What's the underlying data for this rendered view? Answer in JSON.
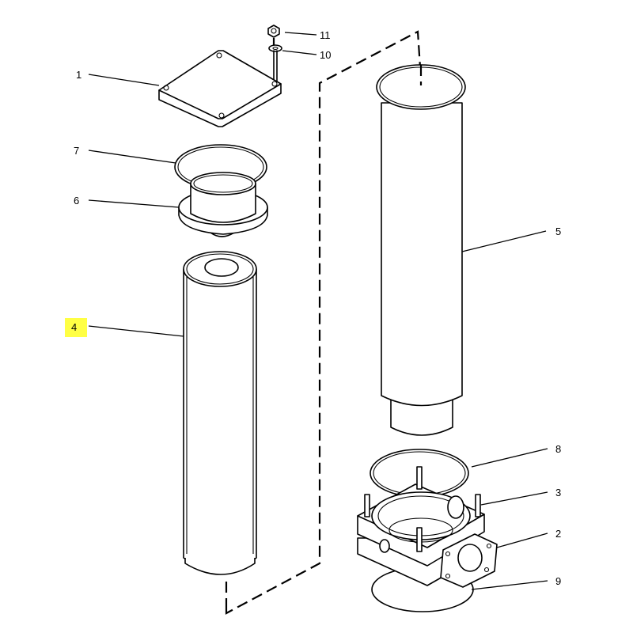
{
  "highlight_color": "#ffff44",
  "callouts": [
    {
      "num": "1",
      "part": "cover-plate"
    },
    {
      "num": "2",
      "part": "filter-head"
    },
    {
      "num": "3",
      "part": "stud"
    },
    {
      "num": "4",
      "part": "filter-element",
      "highlighted": true
    },
    {
      "num": "5",
      "part": "filter-bowl"
    },
    {
      "num": "6",
      "part": "spring-seat"
    },
    {
      "num": "7",
      "part": "o-ring-upper"
    },
    {
      "num": "8",
      "part": "o-ring-bowl"
    },
    {
      "num": "9",
      "part": "o-ring-lower"
    },
    {
      "num": "10",
      "part": "washer"
    },
    {
      "num": "11",
      "part": "nut"
    }
  ]
}
